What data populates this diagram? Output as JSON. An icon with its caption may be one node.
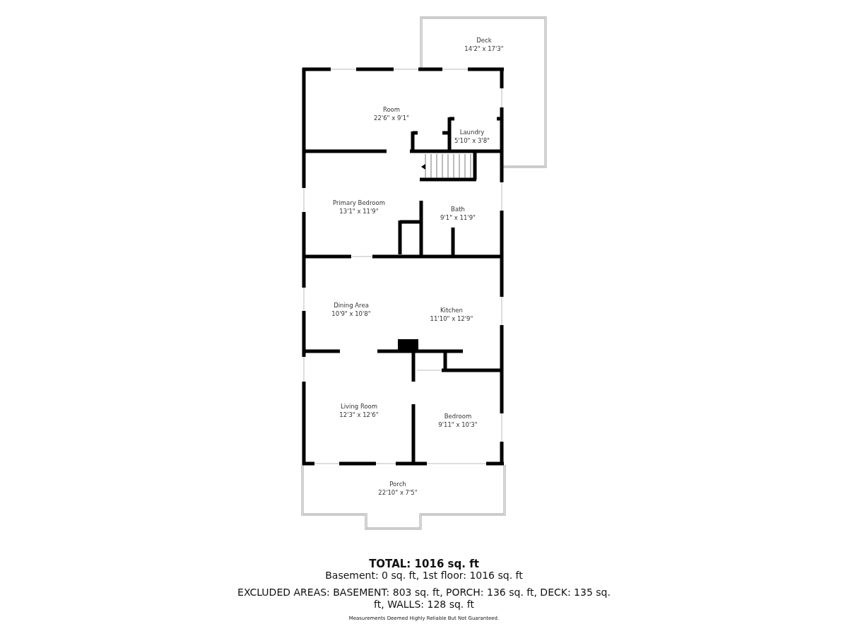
{
  "diagram": {
    "nodes": [
      {
        "text": [
          "Deck",
          "14'2\" x 17'3\""
        ]
      },
      {
        "text": [
          "Room",
          "22'6\" x 9'1\""
        ]
      },
      {
        "text": [
          "Laundry",
          "5'10\" x 3'8\""
        ]
      },
      {
        "text": [
          "Primary Bedroom",
          "13'1\" x 11'9\""
        ]
      },
      {
        "text": [
          "Bath",
          "9'1\" x 11'9\""
        ]
      },
      {
        "text": [
          "Dining Area",
          "10'9\" x 10'8\""
        ]
      },
      {
        "text": [
          "Kitchen",
          "11'10\" x 12'9\""
        ]
      },
      {
        "text": [
          "Living Room",
          "12'3\" x 12'6\""
        ]
      },
      {
        "text": [
          "Bedroom",
          "9'11\" x 10'3\""
        ]
      },
      {
        "text": [
          "Porch",
          "22'10\" x 7'5\""
        ]
      }
    ],
    "labels": [
      "TOTAL: 1016 sq. ft",
      "Basement: 0 sq. ft, 1st floor: 1016 sq. ft",
      "EXCLUDED AREAS: BASEMENT: 803 sq. ft, PORCH: 136 sq. ft, DECK: 135 sq. ft, WALLS: 128 sq. ft",
      "Measurements Deemed Highly Reliable But Not Guaranteed."
    ]
  }
}
